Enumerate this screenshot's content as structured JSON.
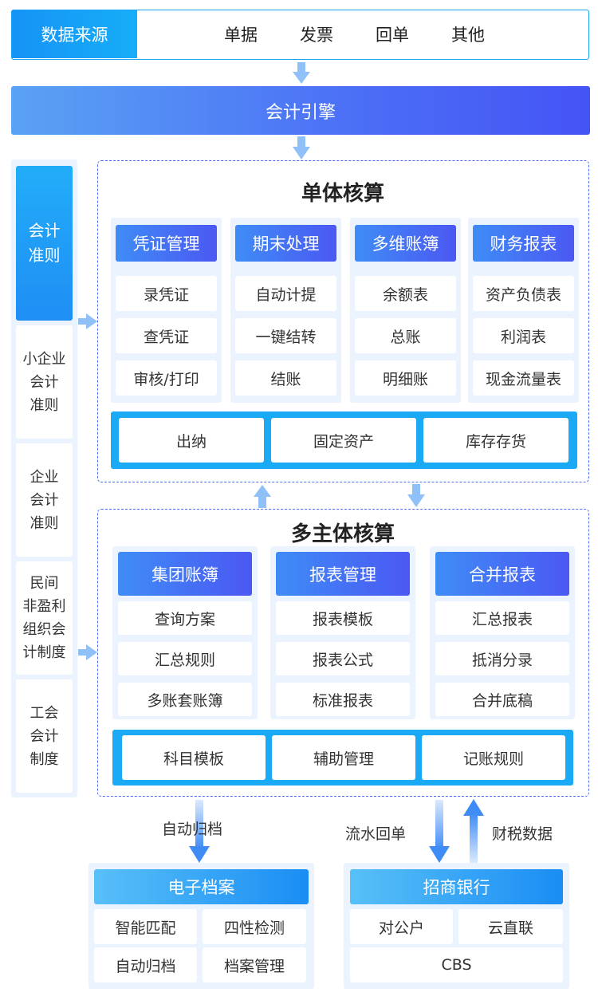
{
  "data_source": {
    "label": "数据来源",
    "items": [
      "单据",
      "发票",
      "回单",
      "其他"
    ]
  },
  "engine": {
    "label": "会计引擎"
  },
  "standards": [
    {
      "lines": [
        "会计",
        "准则"
      ]
    },
    {
      "lines": [
        "小企业",
        "会计",
        "准则"
      ]
    },
    {
      "lines": [
        "企业",
        "会计",
        "准则"
      ]
    },
    {
      "lines": [
        "民间",
        "非盈利",
        "组织会",
        "计制度"
      ]
    },
    {
      "lines": [
        "工会",
        "会计",
        "制度"
      ]
    }
  ],
  "single": {
    "title": "单体核算",
    "cards": [
      {
        "head": "凭证管理",
        "items": [
          "录凭证",
          "查凭证",
          "审核/打印"
        ]
      },
      {
        "head": "期末处理",
        "items": [
          "自动计提",
          "一键结转",
          "结账"
        ]
      },
      {
        "head": "多维账簿",
        "items": [
          "余额表",
          "总账",
          "明细账"
        ]
      },
      {
        "head": "财务报表",
        "items": [
          "资产负债表",
          "利润表",
          "现金流量表"
        ]
      }
    ],
    "strip": [
      "出纳",
      "固定资产",
      "库存存货"
    ]
  },
  "multi": {
    "title": "多主体核算",
    "cards": [
      {
        "head": "集团账簿",
        "items": [
          "查询方案",
          "汇总规则",
          "多账套账簿"
        ]
      },
      {
        "head": "报表管理",
        "items": [
          "报表模板",
          "报表公式",
          "标准报表"
        ]
      },
      {
        "head": "合并报表",
        "items": [
          "汇总报表",
          "抵消分录",
          "合并底稿"
        ]
      }
    ],
    "strip": [
      "科目模板",
      "辅助管理",
      "记账规则"
    ]
  },
  "flows": {
    "auto_archive": "自动归档",
    "flow_receipt": "流水回单",
    "tax_data": "财税数据"
  },
  "archive": {
    "head": "电子档案",
    "items": [
      "智能匹配",
      "四性检测",
      "自动归档",
      "档案管理"
    ]
  },
  "bank": {
    "head": "招商银行",
    "items": [
      "对公户",
      "云直联",
      "CBS"
    ]
  },
  "colors": {
    "accent_blue": "#1aa9f5",
    "deep_blue": "#4b58f3",
    "panel_bg": "#eaf3fe",
    "arrow": "#7fb3f6"
  }
}
